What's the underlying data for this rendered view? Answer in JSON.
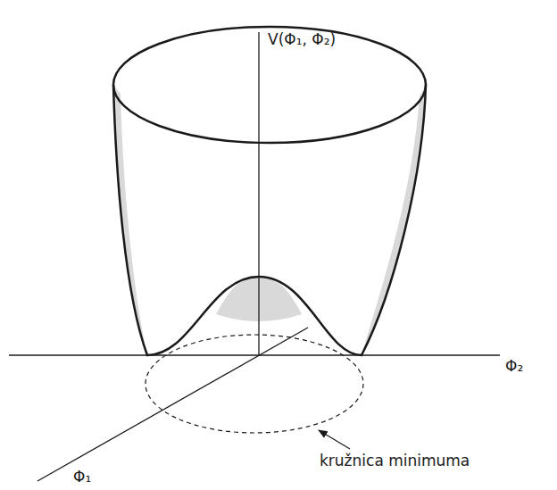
{
  "diagram": {
    "labels": [
      "V(Φ₁, Φ₂)",
      "Φ₂",
      "Φ₁",
      "kružnica minimuma"
    ]
  }
}
